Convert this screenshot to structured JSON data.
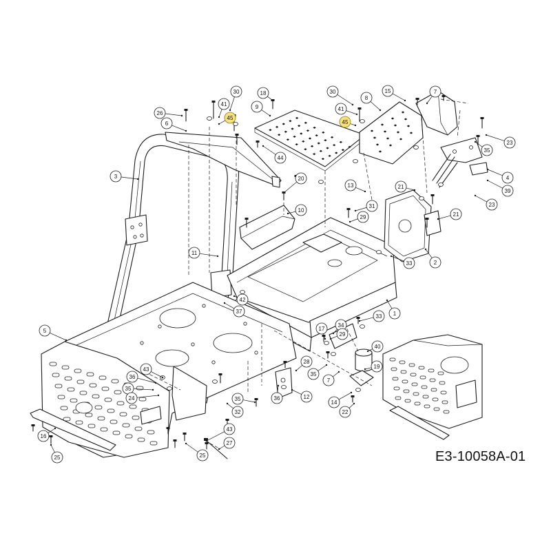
{
  "drawing_code": "E3-10058A-01",
  "highlight_color": "#f7e27a",
  "callouts": [
    {
      "id": "c30a",
      "label": "30",
      "highlight": false
    },
    {
      "id": "c41a",
      "label": "41",
      "highlight": false
    },
    {
      "id": "c45a",
      "label": "45",
      "highlight": true
    },
    {
      "id": "c18",
      "label": "18",
      "highlight": false
    },
    {
      "id": "c9",
      "label": "9",
      "highlight": false
    },
    {
      "id": "c26",
      "label": "26",
      "highlight": false
    },
    {
      "id": "c6",
      "label": "6",
      "highlight": false
    },
    {
      "id": "c44",
      "label": "44",
      "highlight": false
    },
    {
      "id": "c30b",
      "label": "30",
      "highlight": false
    },
    {
      "id": "c41b",
      "label": "41",
      "highlight": false
    },
    {
      "id": "c45b",
      "label": "45",
      "highlight": true
    },
    {
      "id": "c8",
      "label": "8",
      "highlight": false
    },
    {
      "id": "c15",
      "label": "15",
      "highlight": false
    },
    {
      "id": "c7a",
      "label": "7",
      "highlight": false
    },
    {
      "id": "c35a",
      "label": "35",
      "highlight": false
    },
    {
      "id": "c23a",
      "label": "23",
      "highlight": false
    },
    {
      "id": "c4",
      "label": "4",
      "highlight": false
    },
    {
      "id": "c39",
      "label": "39",
      "highlight": false
    },
    {
      "id": "c23b",
      "label": "23",
      "highlight": false
    },
    {
      "id": "c3",
      "label": "3",
      "highlight": false
    },
    {
      "id": "c20",
      "label": "20",
      "highlight": false
    },
    {
      "id": "c13",
      "label": "13",
      "highlight": false
    },
    {
      "id": "c21a",
      "label": "21",
      "highlight": false
    },
    {
      "id": "c21b",
      "label": "21",
      "highlight": false
    },
    {
      "id": "c10",
      "label": "10",
      "highlight": false
    },
    {
      "id": "c31",
      "label": "31",
      "highlight": false
    },
    {
      "id": "c29a",
      "label": "29",
      "highlight": false
    },
    {
      "id": "c11",
      "label": "11",
      "highlight": false
    },
    {
      "id": "c2",
      "label": "2",
      "highlight": false
    },
    {
      "id": "c33a",
      "label": "33",
      "highlight": false
    },
    {
      "id": "c42",
      "label": "42",
      "highlight": false
    },
    {
      "id": "c37",
      "label": "37",
      "highlight": false
    },
    {
      "id": "c33b",
      "label": "33",
      "highlight": false
    },
    {
      "id": "c1",
      "label": "1",
      "highlight": false
    },
    {
      "id": "c5",
      "label": "5",
      "highlight": false
    },
    {
      "id": "c34",
      "label": "34",
      "highlight": false
    },
    {
      "id": "c29b",
      "label": "29",
      "highlight": false
    },
    {
      "id": "c17",
      "label": "17",
      "highlight": false
    },
    {
      "id": "c40",
      "label": "40",
      "highlight": false
    },
    {
      "id": "c43a",
      "label": "43",
      "highlight": false
    },
    {
      "id": "c36a",
      "label": "36",
      "highlight": false
    },
    {
      "id": "c35b",
      "label": "35",
      "highlight": false
    },
    {
      "id": "c24",
      "label": "24",
      "highlight": false
    },
    {
      "id": "c28",
      "label": "28",
      "highlight": false
    },
    {
      "id": "c35c",
      "label": "35",
      "highlight": false
    },
    {
      "id": "c7b",
      "label": "7",
      "highlight": false
    },
    {
      "id": "c19",
      "label": "19",
      "highlight": false
    },
    {
      "id": "c36b",
      "label": "36",
      "highlight": false
    },
    {
      "id": "c12",
      "label": "12",
      "highlight": false
    },
    {
      "id": "c35d",
      "label": "35",
      "highlight": false
    },
    {
      "id": "c32",
      "label": "32",
      "highlight": false
    },
    {
      "id": "c14",
      "label": "14",
      "highlight": false
    },
    {
      "id": "c22",
      "label": "22",
      "highlight": false
    },
    {
      "id": "c16",
      "label": "16",
      "highlight": false
    },
    {
      "id": "c43b",
      "label": "43",
      "highlight": false
    },
    {
      "id": "c27",
      "label": "27",
      "highlight": false
    },
    {
      "id": "c25a",
      "label": "25",
      "highlight": false
    },
    {
      "id": "c25b",
      "label": "25",
      "highlight": false
    }
  ]
}
